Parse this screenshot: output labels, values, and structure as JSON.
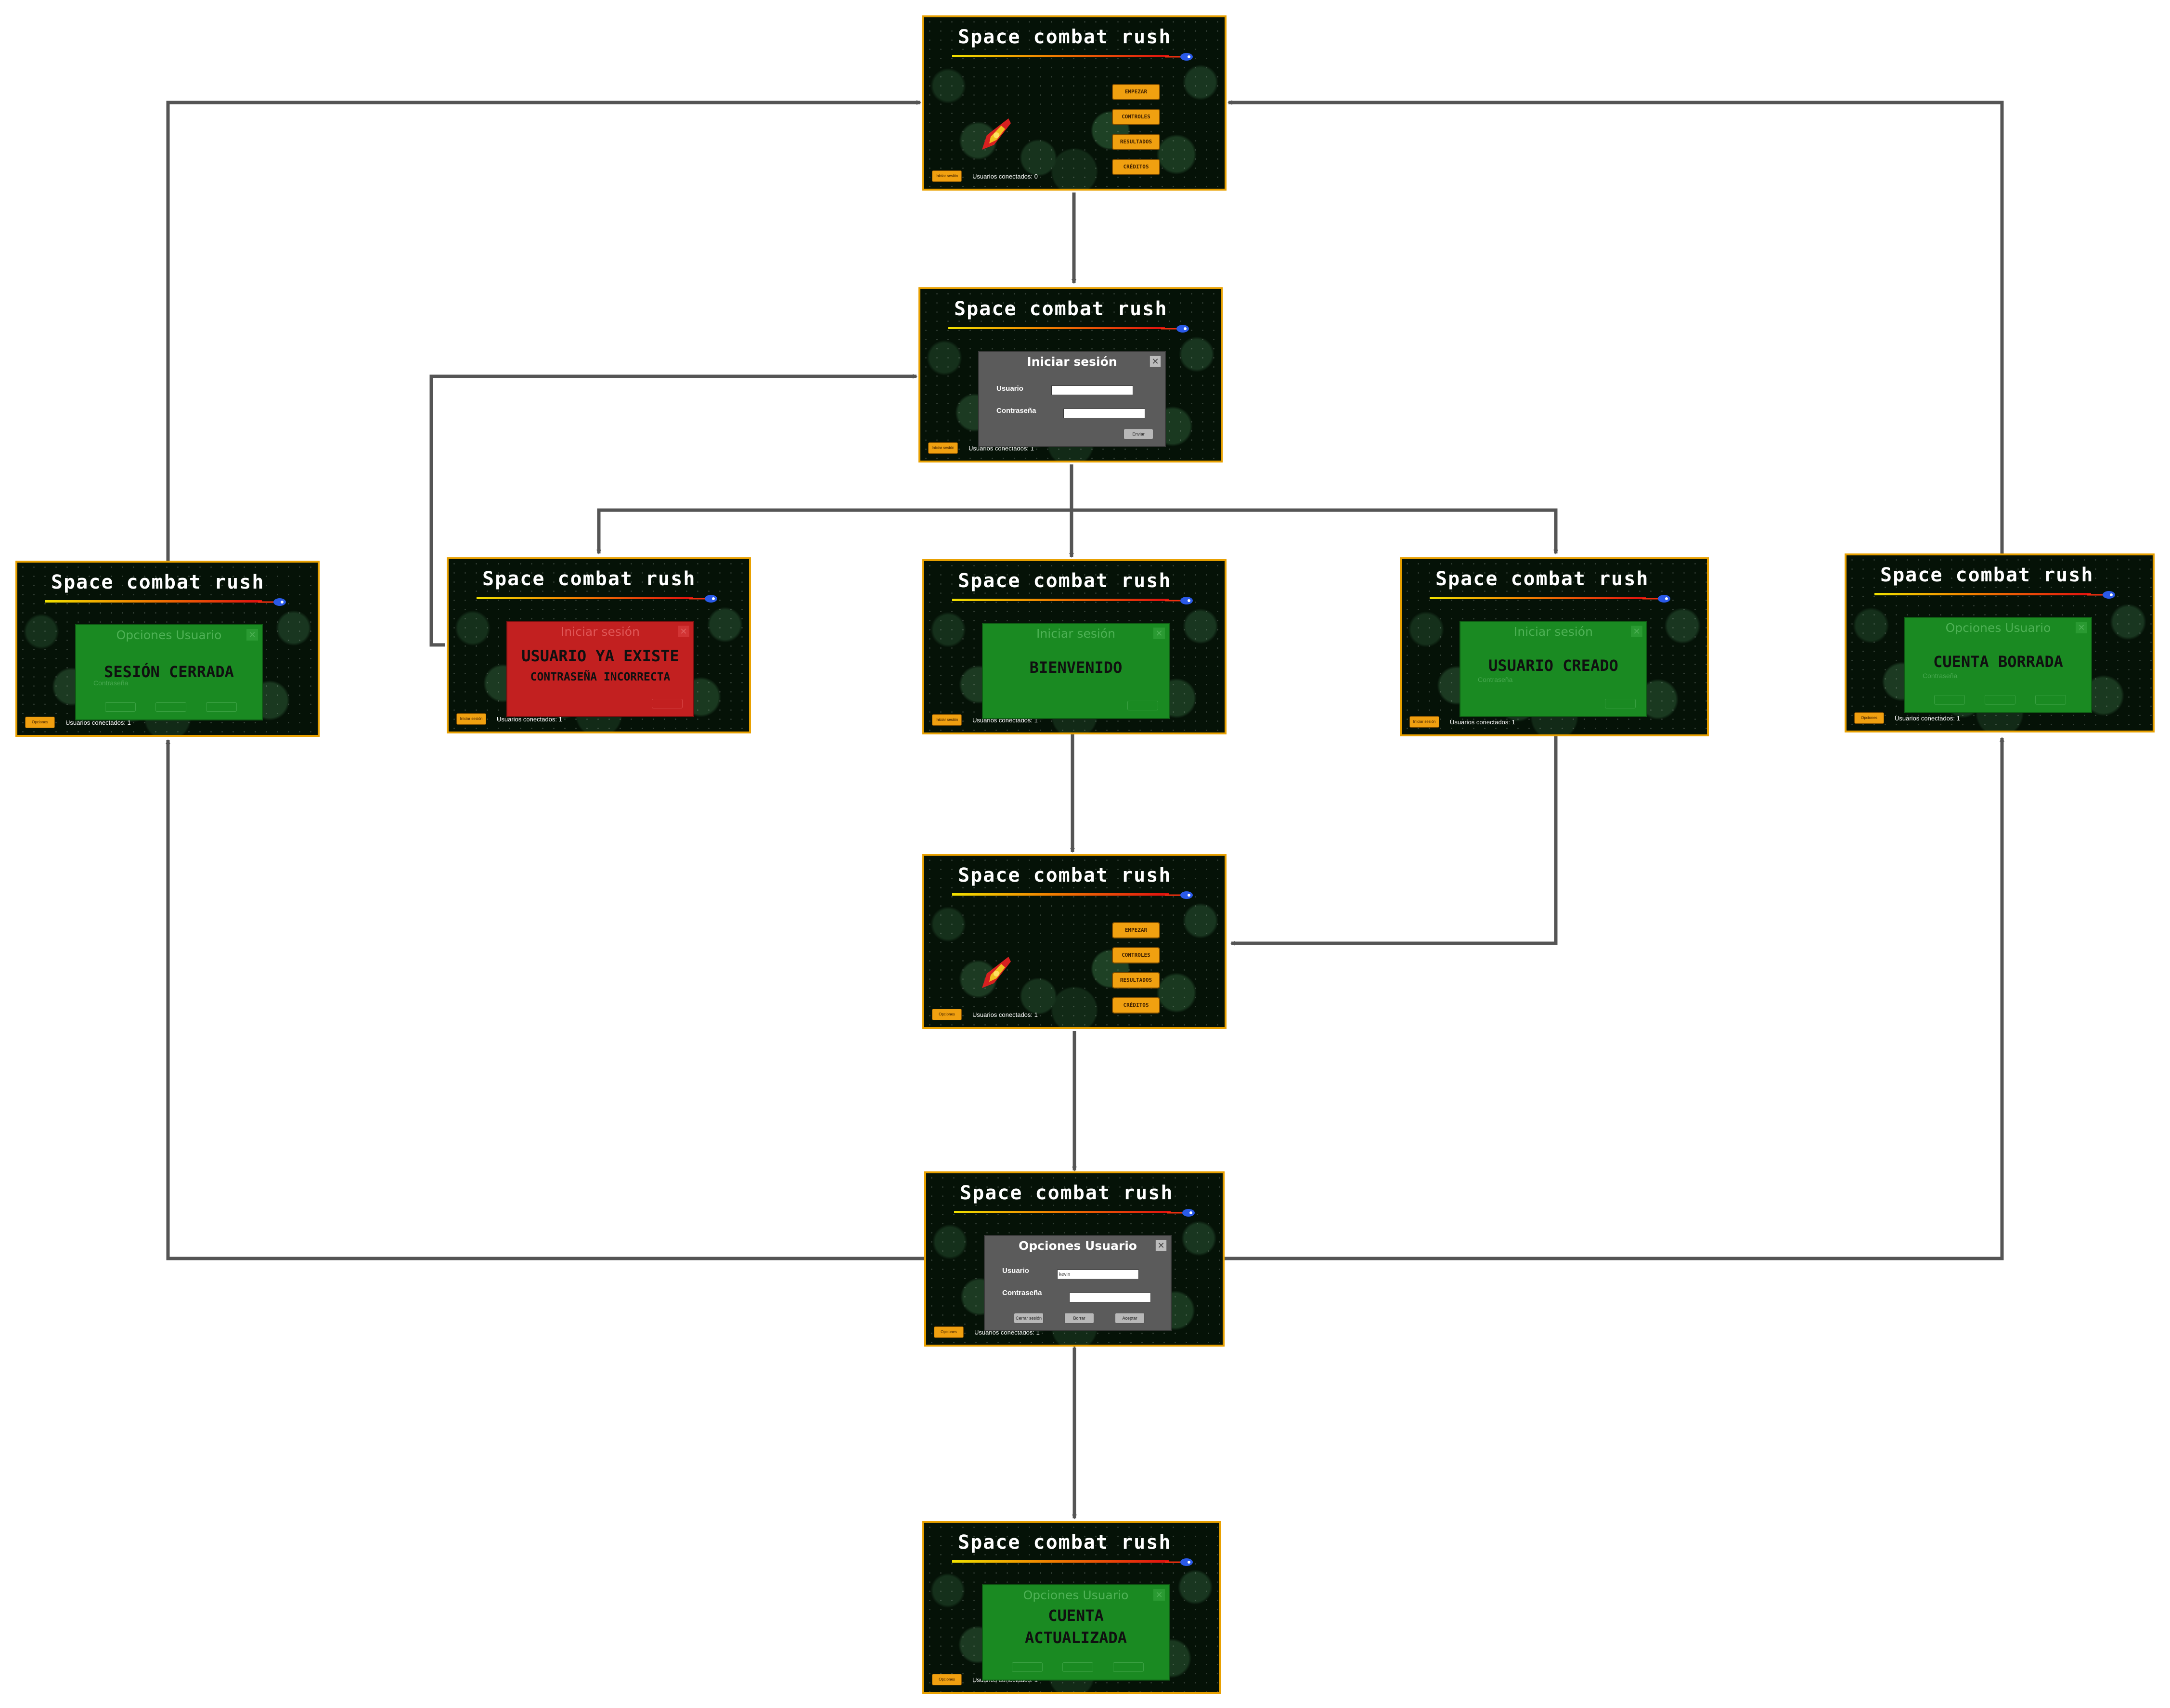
{
  "title": "Space combat rush",
  "menu": [
    "EMPEZAR",
    "CONTROLES",
    "RESULTADOS",
    "CRÉDITOS"
  ],
  "buttons": {
    "iniciar_sesion": "Iniciar sesión",
    "opciones": "Opciones",
    "enviar": "Enviar",
    "cerrar_sesion": "Cerrar sesión",
    "borrar": "Borrar",
    "aceptar": "Aceptar"
  },
  "labels": {
    "usuario": "Usuario",
    "contrasena": "Contraseña"
  },
  "users_text": {
    "zero": "Usuarios conectados: 0",
    "one": "Usuarios conectados: 1"
  },
  "dialogs": {
    "login": "Iniciar sesión",
    "options": "Opciones Usuario"
  },
  "fields": {
    "username_value": "kevin"
  },
  "messages": {
    "sesion_cerrada": "SESIÓN CERRADA",
    "usuario_ya_existe": "USUARIO YA EXISTE",
    "contrasena_incorrecta": "CONTRASEÑA INCORRECTA",
    "bienvenido": "BIENVENIDO",
    "usuario_creado": "USUARIO CREADO",
    "cuenta_borrada": "CUENTA BORRADA",
    "cuenta_actualizada_1": "CUENTA",
    "cuenta_actualizada_2": "ACTUALIZADA"
  },
  "colors": {
    "frame": "#e8a000",
    "arrow": "#555555",
    "success": "#1a8a22",
    "error": "#c22020",
    "dialog": "#5b5b5b"
  }
}
